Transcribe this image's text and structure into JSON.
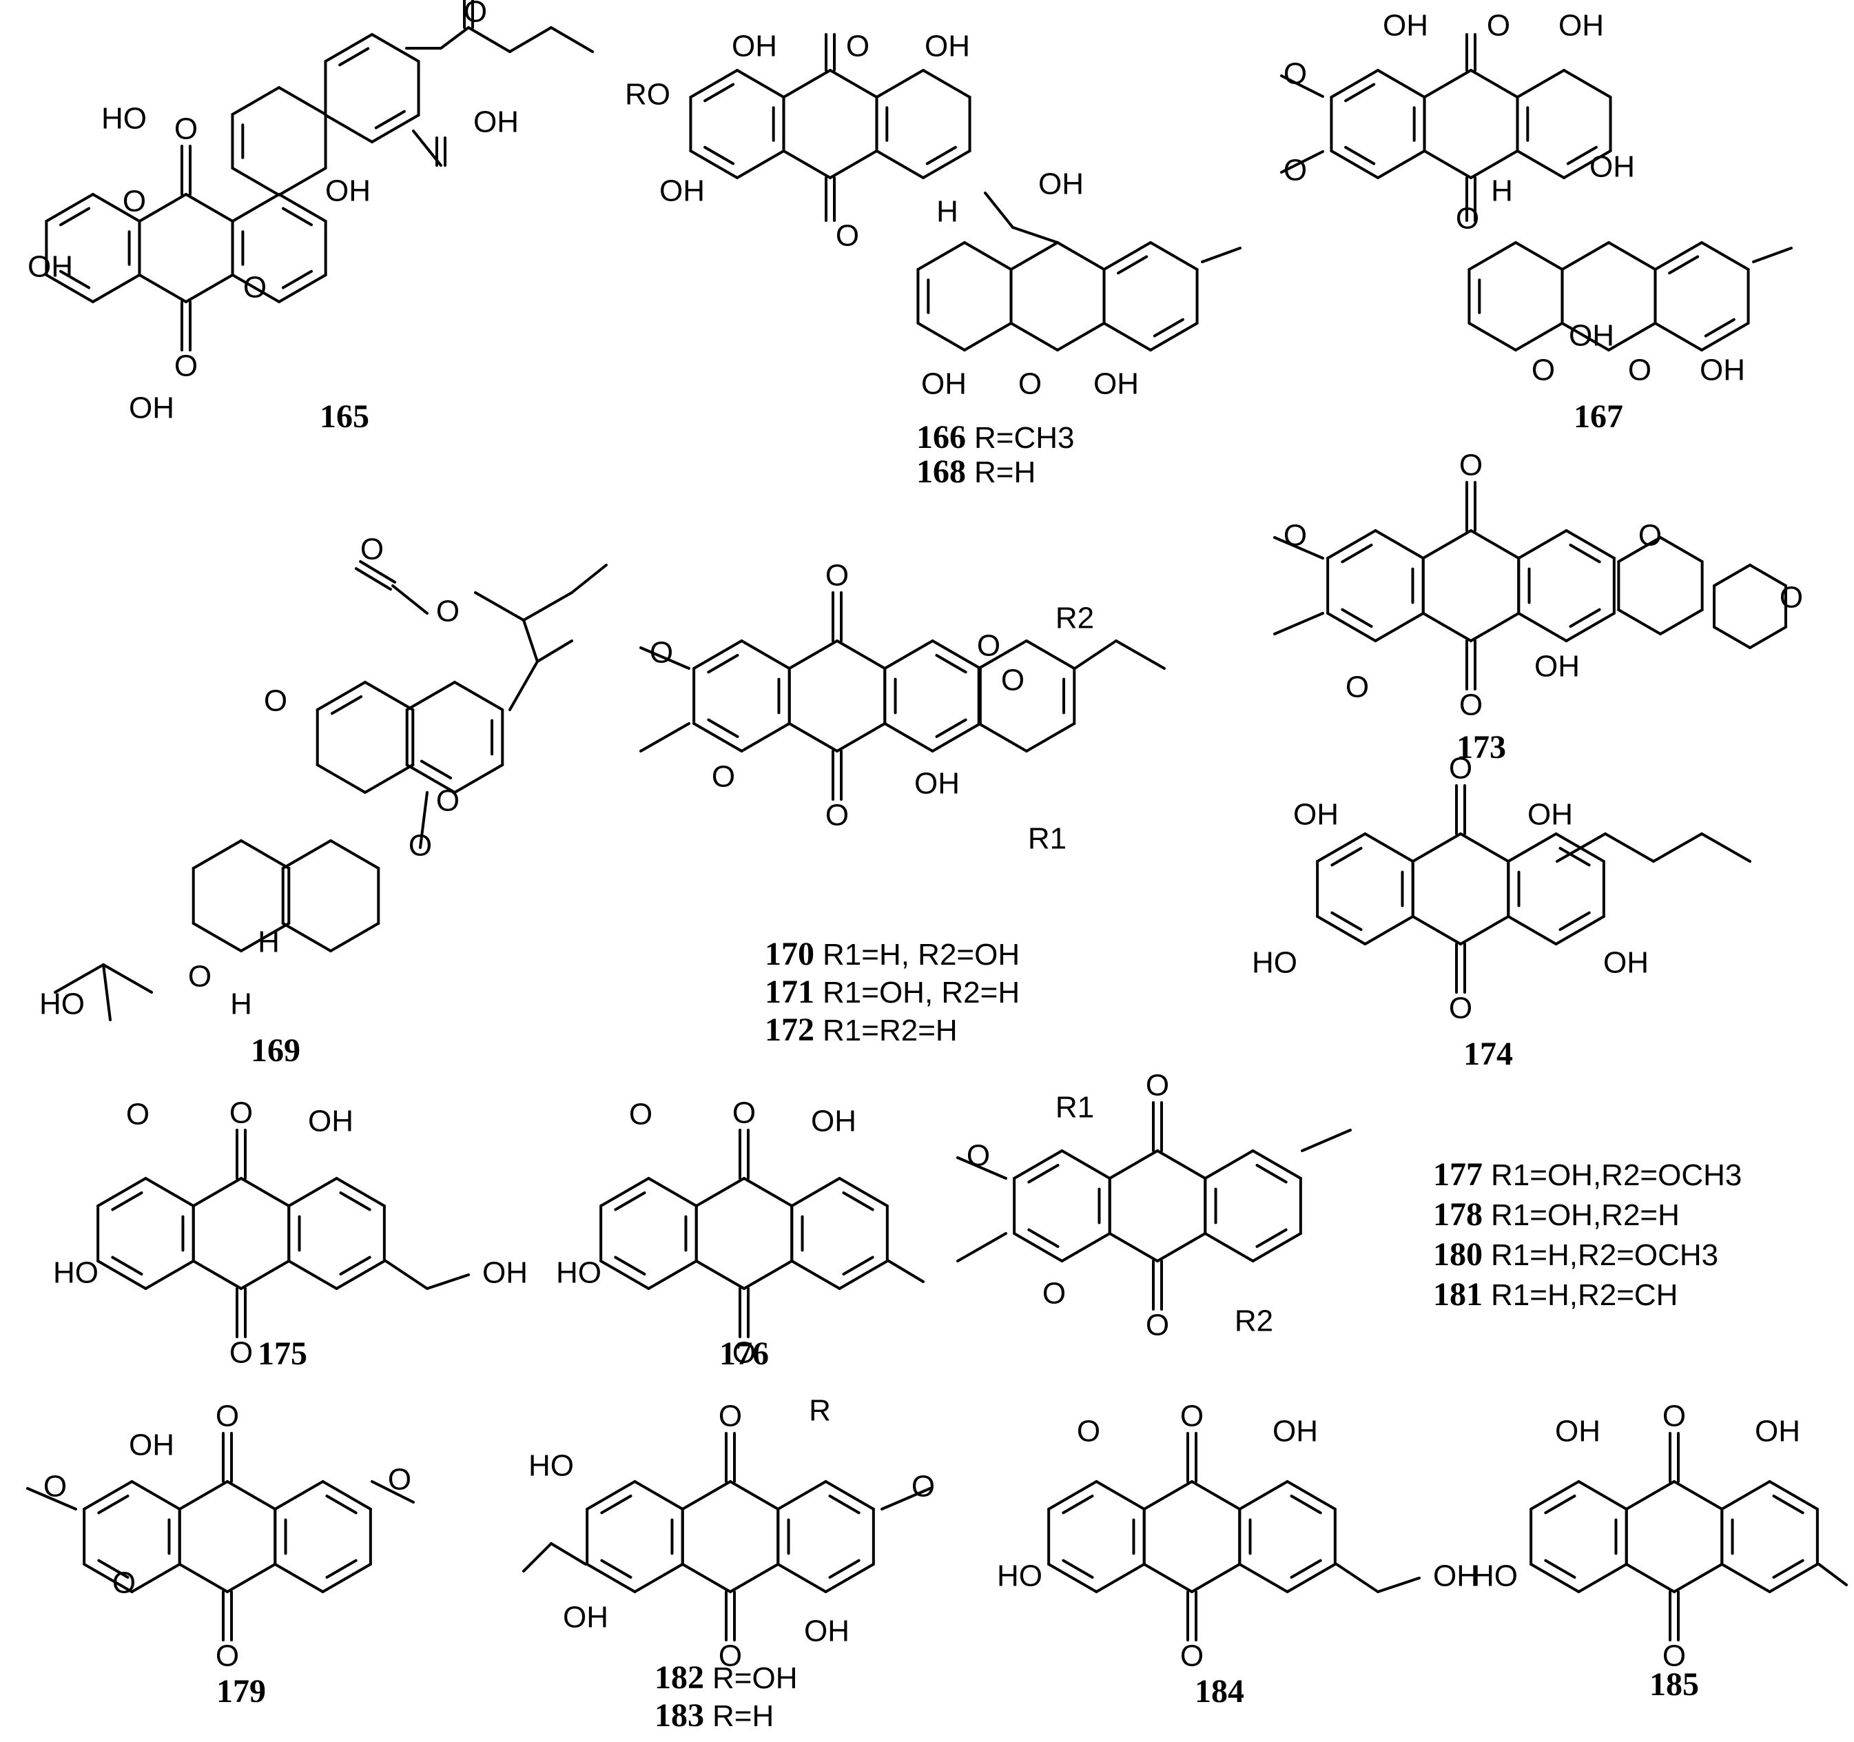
{
  "figure": {
    "compounds": [
      {
        "id": "165",
        "r_lines": []
      },
      {
        "id": "166",
        "r_lines": [
          {
            "cid": "166",
            "text": "R=CH3"
          },
          {
            "cid": "168",
            "text": "R=H"
          }
        ]
      },
      {
        "id": "167",
        "r_lines": []
      },
      {
        "id": "169",
        "r_lines": []
      },
      {
        "id": "170",
        "r_lines": [
          {
            "cid": "170",
            "text": "R1=H, R2=OH"
          },
          {
            "cid": "171",
            "text": "R1=OH, R2=H"
          },
          {
            "cid": "172",
            "text": "R1=R2=H"
          }
        ]
      },
      {
        "id": "173",
        "r_lines": []
      },
      {
        "id": "174",
        "r_lines": []
      },
      {
        "id": "175",
        "r_lines": []
      },
      {
        "id": "176",
        "r_lines": []
      },
      {
        "id": "177",
        "r_lines": [
          {
            "cid": "177",
            "text": "R1=OH,R2=OCH3"
          },
          {
            "cid": "178",
            "text": "R1=OH,R2=H"
          },
          {
            "cid": "180",
            "text": "R1=H,R2=OCH3"
          },
          {
            "cid": "181",
            "text": "R1=H,R2=CH"
          }
        ]
      },
      {
        "id": "179",
        "r_lines": []
      },
      {
        "id": "182",
        "r_lines": [
          {
            "cid": "182",
            "text": "R=OH"
          },
          {
            "cid": "183",
            "text": "R=H"
          }
        ]
      },
      {
        "id": "184",
        "r_lines": []
      },
      {
        "id": "185",
        "r_lines": []
      }
    ],
    "atom_labels": {
      "OH": "OH",
      "HO": "HO",
      "O": "O",
      "H": "H",
      "RO": "RO",
      "R": "R",
      "R1": "R1",
      "R2": "R2"
    }
  }
}
